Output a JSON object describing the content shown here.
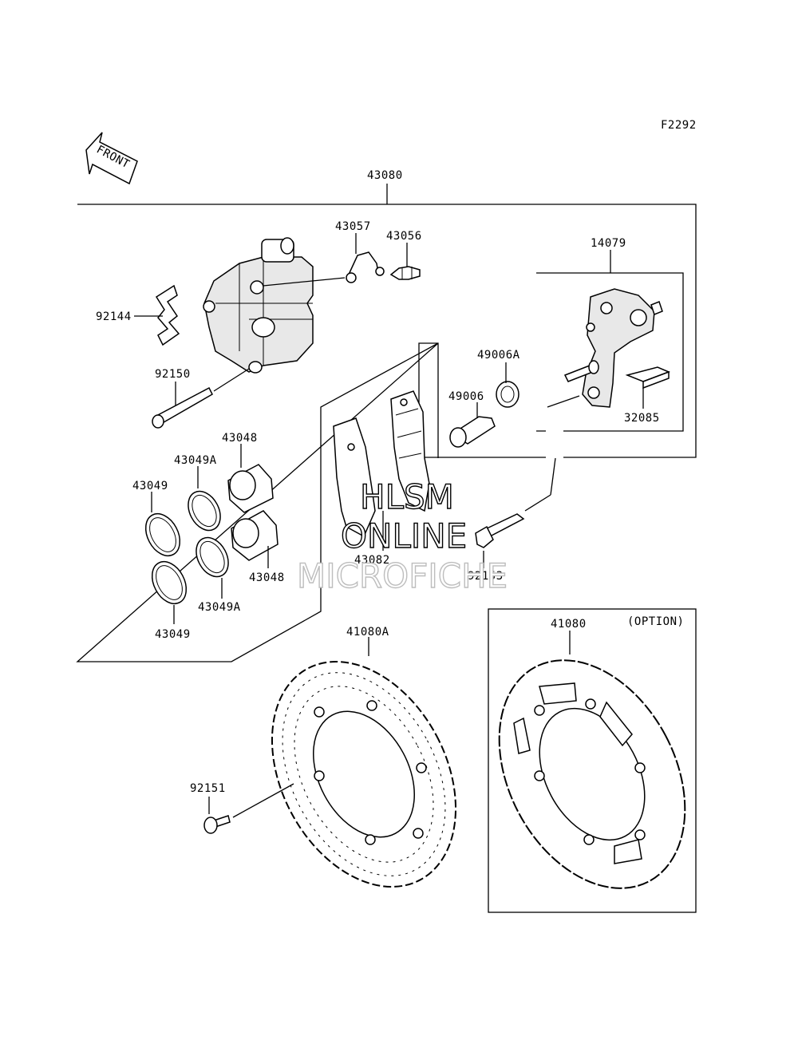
{
  "figure_code": "F2292",
  "front_label": "FRONT",
  "option_label": "(OPTION)",
  "watermark": {
    "line1": "HLSM",
    "line2": "ONLINE",
    "line3": "MICROFICHE"
  },
  "parts": {
    "p43080": "43080",
    "p43057": "43057",
    "p43056": "43056",
    "p14079": "14079",
    "p92144": "92144",
    "p49006A": "49006A",
    "p92150": "92150",
    "p49006": "49006",
    "p32085": "32085",
    "p43048_top": "43048",
    "p43049A_top": "43049A",
    "p43049_top": "43049",
    "p43082": "43082",
    "p92153": "92153",
    "p43048_bot": "43048",
    "p43049A_bot": "43049A",
    "p43049_bot": "43049",
    "p41080A": "41080A",
    "p41080": "41080",
    "p92151": "92151"
  }
}
